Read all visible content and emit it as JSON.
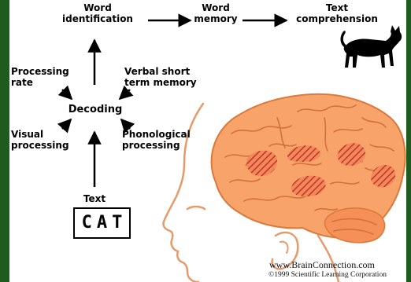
{
  "nodes": {
    "word_identification": "Word\nidentification",
    "word_memory": "Word\nmemory",
    "text_comprehension": "Text\ncomprehension",
    "processing_rate": "Processing\nrate",
    "verbal_short_term_memory": "Verbal short\nterm memory",
    "decoding": "Decoding",
    "visual_processing": "Visual\nprocessing",
    "phonological_processing": "Phonological\nprocessing",
    "text": "Text",
    "cat_word": "CAT"
  },
  "icons": [
    "cat-silhouette-icon",
    "brain-illustration",
    "head-profile-outline"
  ],
  "credit": {
    "line1": "www.BrainConnection.com",
    "line2": "©1999 Scientific Learning Corporation"
  },
  "colors": {
    "frame": "#1f5a1f",
    "brain": "#f7a36a",
    "brain_outline": "#d9793a",
    "highlight": "#d64a2f"
  }
}
